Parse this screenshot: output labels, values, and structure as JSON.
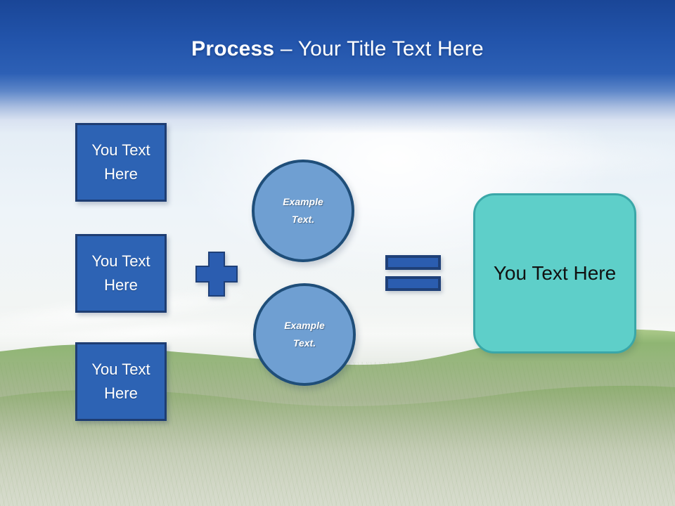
{
  "slide": {
    "title": {
      "bold": "Process",
      "rest": " – Your Title Text Here"
    },
    "input_boxes": [
      {
        "label": "You Text Here"
      },
      {
        "label": "You Text Here"
      },
      {
        "label": "You Text Here"
      }
    ],
    "circles": [
      {
        "label": "Example Text."
      },
      {
        "label": "Example Text."
      }
    ],
    "operators": {
      "plus": "plus-shape",
      "equals": "equals-shape"
    },
    "result_box": {
      "label": "You Text Here"
    },
    "colors": {
      "square_fill": "#2d63b4",
      "square_border": "#1e3d72",
      "circle_fill": "#6f9fd2",
      "circle_border": "#1f4e79",
      "operator_fill": "#2b5db0",
      "operator_border": "#1f4078",
      "result_fill": "#5ecfc9",
      "result_border": "#3aa7a8",
      "header_top": "#1a4697",
      "header_mid": "#2d60b5",
      "title_color": "#ffffff",
      "box_text_color": "#ffffff",
      "result_text_color": "#111111"
    }
  }
}
